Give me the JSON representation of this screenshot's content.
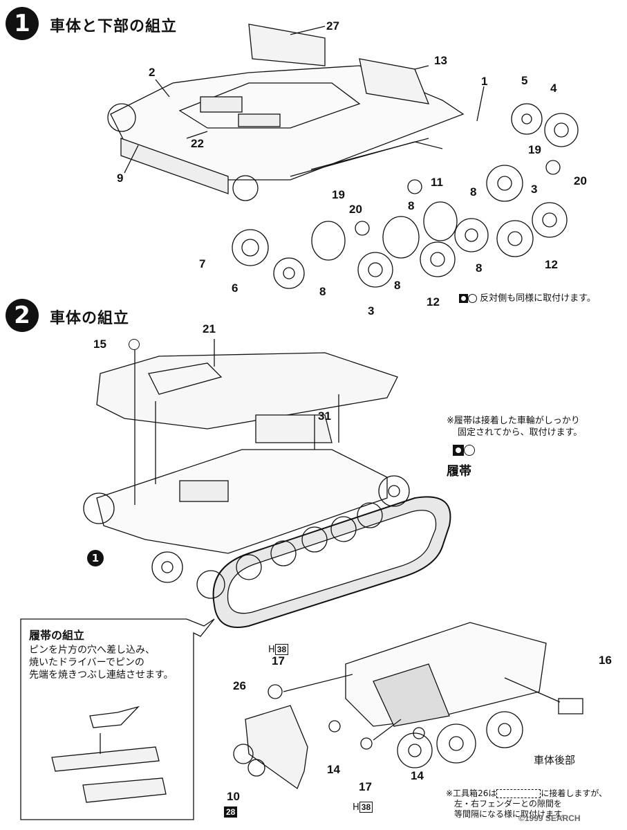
{
  "step1": {
    "number": "1",
    "title": "車体と下部の組立"
  },
  "step2": {
    "number": "2",
    "title": "車体の組立"
  },
  "parts": {
    "p27": "27",
    "p13": "13",
    "p2": "2",
    "p1": "1",
    "p5": "5",
    "p4": "4",
    "p22": "22",
    "p9": "9",
    "p19a": "19",
    "p20a": "20",
    "p11": "11",
    "p8a": "8",
    "p3a": "3",
    "p19b": "19",
    "p20b": "20",
    "p8b": "8",
    "p12a": "12",
    "p7": "7",
    "p6": "6",
    "p8c": "8",
    "p3b": "3",
    "p8d": "8",
    "p12b": "12",
    "p8e": "8",
    "p15": "15",
    "p21": "21",
    "p31": "31",
    "p16": "16",
    "p17a": "17",
    "p17b": "17",
    "p26": "26",
    "p14a": "14",
    "p14b": "14",
    "p10": "10"
  },
  "notes": {
    "opposite_side": "反対側も同様に取付けます。",
    "track_note_line1": "※履帯は接着した車輪がしっかり",
    "track_note_line2": "固定されてから、取付けます。",
    "track_label": "履帯",
    "rear_label": "車体後部",
    "toolbox_line1_pre": "※工具箱",
    "toolbox_line1_num": "26",
    "toolbox_line1_mid": "は",
    "toolbox_line1_post": "に接着しますが、",
    "toolbox_line2": "左・右フェンダーとの隙間を",
    "toolbox_line3": "等間隔になる様に取付けます。"
  },
  "callout": {
    "title": "履帯の組立",
    "line1": "ピンを片方の穴へ差し込み、",
    "line2": "焼いたドライバーでピンの",
    "line3": "先端を焼きつぶし連結させます。"
  },
  "refs": {
    "h38_top_prefix": "H",
    "h38_top_num": "38",
    "h38_bot_prefix": "H",
    "h38_bot_num": "38",
    "sub28": "28",
    "step1_ref": "1"
  },
  "watermark": "©1999 SEARCH"
}
